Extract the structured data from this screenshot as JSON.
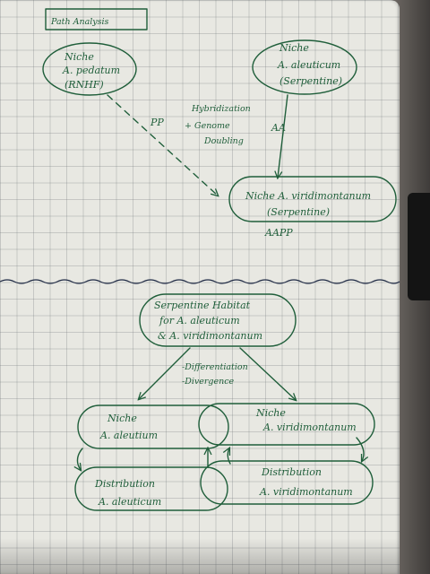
{
  "title": "Path Analysis",
  "top_section": {
    "node_pedatum": {
      "line1": "Niche",
      "line2": "A. pedatum",
      "line3": "(RNHF)"
    },
    "node_aleuticum": {
      "line1": "Niche",
      "line2": "A. aleuticum",
      "line3": "(Serpentine)"
    },
    "node_viridimontanum": {
      "line1": "Niche A. viridimontanum",
      "line2": "(Serpentine)"
    },
    "label_pp": "PP",
    "label_aa": "AA",
    "label_aapp": "AAPP",
    "label_process": {
      "line1": "Hybridization",
      "line2": "+ Genome",
      "line3": "Doubling"
    }
  },
  "bottom_section": {
    "habitat": {
      "line1": "Serpentine Habitat",
      "line2": "for A. aleuticum",
      "line3": "& A. viridimontanum"
    },
    "process": {
      "line1": "-Differentiation",
      "line2": "-Divergence"
    },
    "niche_aleuticum": {
      "line1": "Niche",
      "line2": "A. aleutium"
    },
    "niche_viridimontanum": {
      "line1": "Niche",
      "line2": "A. viridimontanum"
    },
    "dist_aleuticum": {
      "line1": "Distribution",
      "line2": "A. aleuticum"
    },
    "dist_viridimontanum": {
      "line1": "Distribution",
      "line2": "A. viridimontanum"
    }
  }
}
